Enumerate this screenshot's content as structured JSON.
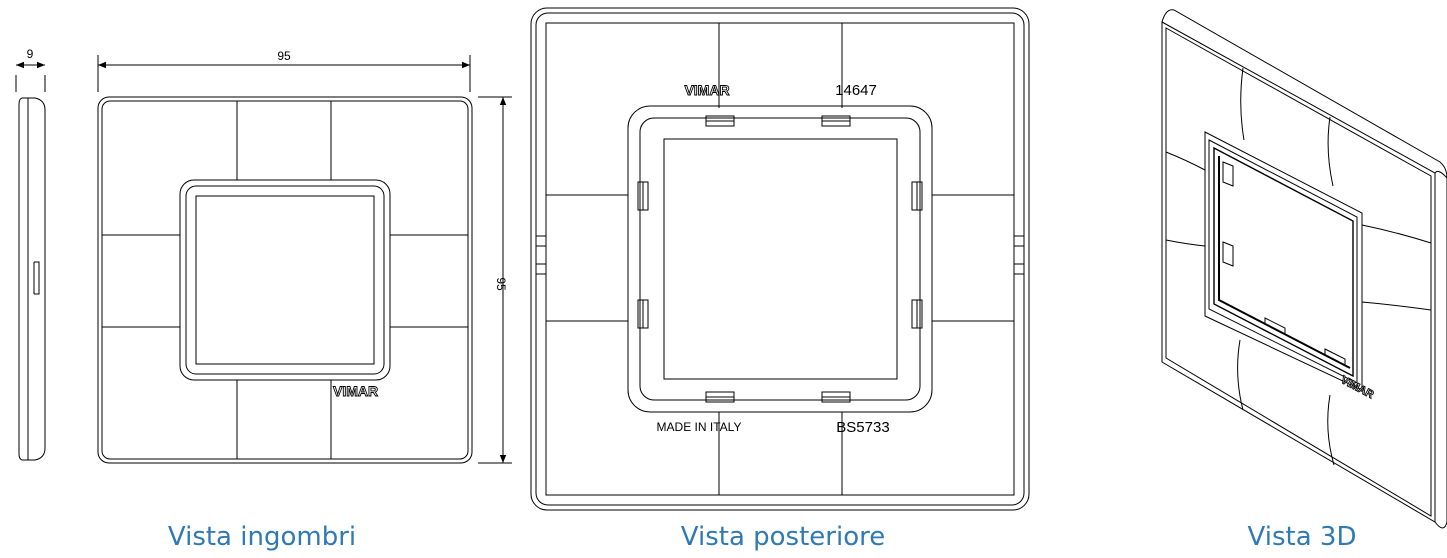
{
  "views": [
    {
      "caption": "Vista ingombri",
      "dim_width": "95",
      "dim_height": "95",
      "dim_depth": "9",
      "brand": "VIMAR"
    },
    {
      "caption": "Vista posteriore",
      "top_left": "VIMAR",
      "top_right": "14647",
      "bottom_left": "MADE IN ITALY",
      "bottom_right": "BS5733"
    },
    {
      "caption": "Vista 3D",
      "brand": "VIMAR"
    }
  ],
  "colors": {
    "caption": "#2f79b4",
    "line": "#000000"
  }
}
